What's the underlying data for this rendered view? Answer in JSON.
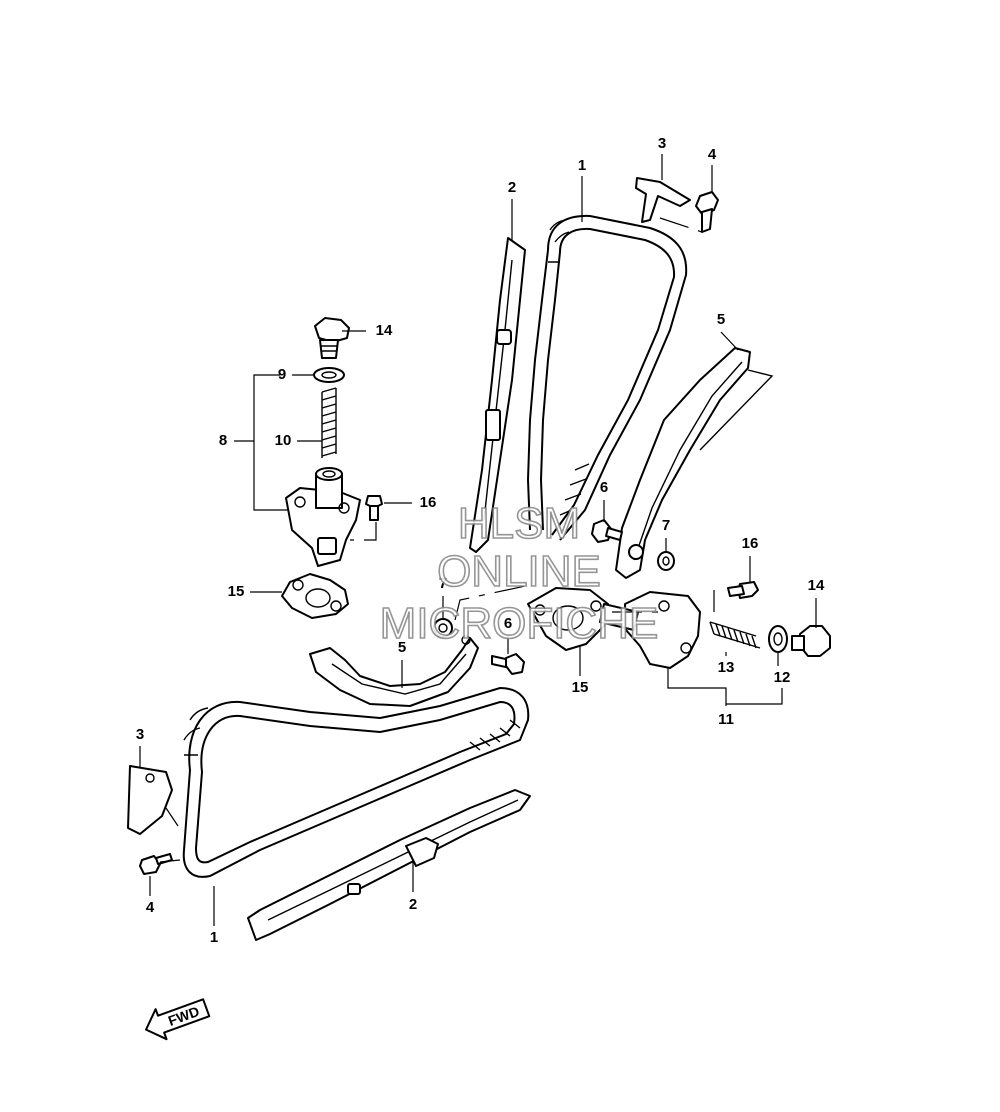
{
  "callouts": {
    "c1_top": "1",
    "c2_top": "2",
    "c3_top": "3",
    "c4_top": "4",
    "c5_right": "5",
    "c14_left": "14",
    "c9": "9",
    "c8": "8",
    "c10": "10",
    "c16_left": "16",
    "c6_top": "6",
    "c7_right": "7",
    "c16_right": "16",
    "c14_right": "14",
    "c15_left": "15",
    "c7_mid": "7",
    "c6_mid": "6",
    "c5_mid": "5",
    "c15_mid": "15",
    "c13": "13",
    "c12": "12",
    "c11": "11",
    "c3_bottom": "3",
    "c4_bottom": "4",
    "c2_bottom": "2",
    "c1_bottom": "1"
  },
  "watermark": {
    "line1": "HLSM",
    "line2": "ONLINE",
    "line3": "MICROFICHE"
  },
  "fwd_label": "FWD"
}
